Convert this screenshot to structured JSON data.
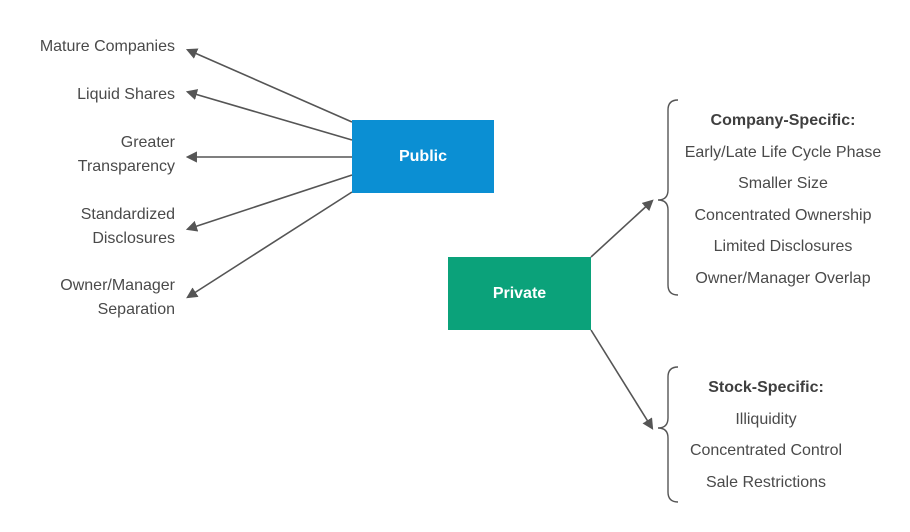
{
  "public": {
    "label": "Public",
    "color": "#0b8fd3",
    "attributes": [
      [
        "Mature Companies"
      ],
      [
        "Liquid Shares"
      ],
      [
        "Greater",
        "Transparency"
      ],
      [
        "Standardized",
        "Disclosures"
      ],
      [
        "Owner/Manager",
        "Separation"
      ]
    ]
  },
  "private": {
    "label": "Private",
    "color": "#0ba27a",
    "company_specific": {
      "heading": "Company-Specific:",
      "items": [
        "Early/Late Life Cycle Phase",
        "Smaller Size",
        "Concentrated Ownership",
        "Limited Disclosures",
        "Owner/Manager Overlap"
      ]
    },
    "stock_specific": {
      "heading": "Stock-Specific:",
      "items": [
        "Illiquidity",
        "Concentrated Control",
        "Sale Restrictions"
      ]
    }
  }
}
